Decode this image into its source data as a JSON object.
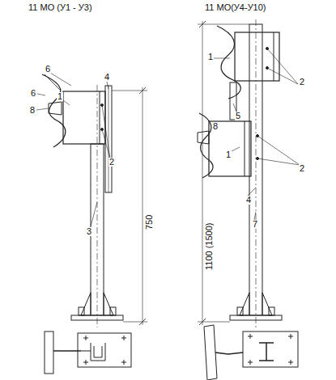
{
  "diagram": {
    "labels": [
      "11 МО (У1 - У3)",
      "11 МО(У4-У10)",
      "6",
      "6",
      "1",
      "8",
      "4",
      "2",
      "3",
      "750",
      "1100 (1500)",
      "1",
      "5",
      "2",
      "8",
      "1",
      "2",
      "4",
      "7"
    ]
  }
}
